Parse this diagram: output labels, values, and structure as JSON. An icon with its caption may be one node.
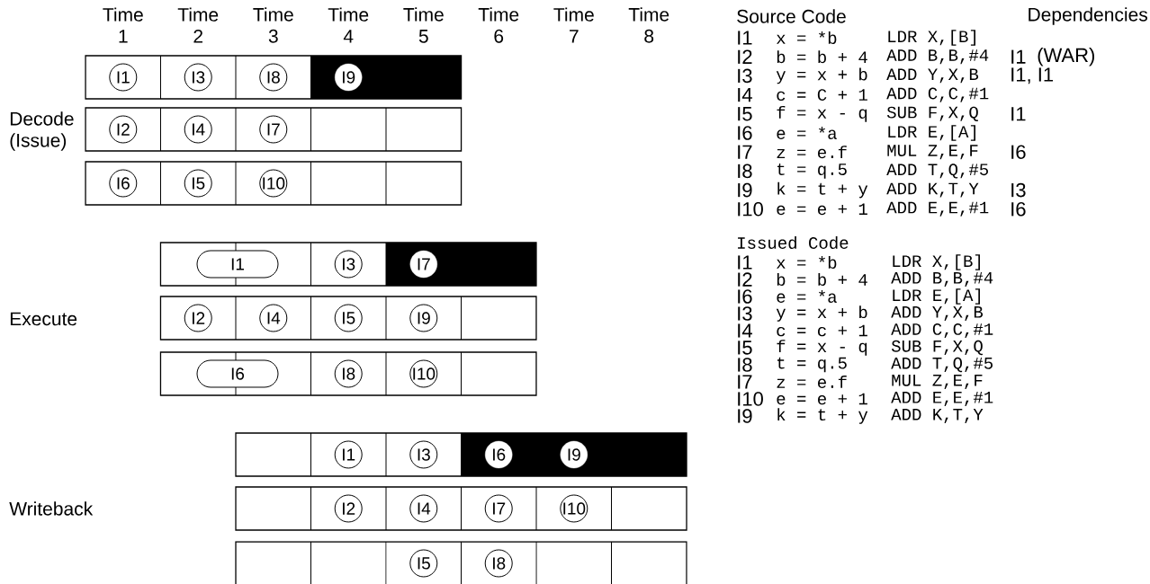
{
  "diagram": {
    "nodes": [
      {
        "text": [],
        "shape": "box"
      },
      {
        "text": [
          "I1"
        ],
        "in": 0
      },
      {
        "text": [
          "I3"
        ],
        "in": 0
      },
      {
        "text": [
          "I8"
        ],
        "in": 0
      },
      {
        "text": [
          "I9"
        ],
        "in": 0
      },
      {
        "text": [],
        "shape": "box"
      },
      {
        "text": [
          "I2"
        ],
        "in": 5
      },
      {
        "text": [
          "I4"
        ],
        "in": 5
      },
      {
        "text": [
          "I7"
        ],
        "in": 5
      },
      {
        "text": [],
        "shape": "box"
      },
      {
        "text": [
          "I6"
        ],
        "in": 9
      },
      {
        "text": [
          "I5"
        ],
        "in": 9
      },
      {
        "text": [
          "I10"
        ],
        "in": 9
      },
      {
        "text": [],
        "shape": "box"
      },
      {
        "text": [
          "I1"
        ],
        "in": 13
      },
      {
        "text": [
          "I3"
        ],
        "in": 13
      },
      {
        "text": [
          "I7"
        ],
        "in": 13
      },
      {
        "text": [],
        "shape": "box"
      },
      {
        "text": [
          "I2"
        ],
        "in": 17
      },
      {
        "text": [
          "I4"
        ],
        "in": 17
      },
      {
        "text": [
          "I5"
        ],
        "in": 17
      },
      {
        "text": [
          "I9"
        ],
        "in": 17
      },
      {
        "text": [],
        "shape": "box"
      },
      {
        "text": [
          "I6"
        ],
        "in": 22
      },
      {
        "text": [
          "I8"
        ],
        "in": 22
      },
      {
        "text": [
          "I10"
        ],
        "in": 22
      },
      {
        "text": [],
        "shape": "box"
      },
      {
        "text": [
          "I1"
        ],
        "in": 26
      },
      {
        "text": [
          "I3"
        ],
        "in": 26
      },
      {
        "text": [
          "I6"
        ],
        "in": 26
      },
      {
        "text": [
          "I9"
        ],
        "in": 26
      },
      {
        "text": [],
        "shape": "box"
      },
      {
        "text": [
          "I2"
        ],
        "in": 31
      },
      {
        "text": [
          "I4"
        ],
        "in": 31
      },
      {
        "text": [
          "I7"
        ],
        "in": 31
      },
      {
        "text": [
          "I10"
        ],
        "in": 31
      },
      {
        "text": [],
        "shape": "box"
      },
      {
        "text": [
          "I5"
        ],
        "in": 36
      },
      {
        "text": [
          "I8"
        ],
        "in": 36
      }
    ],
    "labels": [
      "Time 1",
      "Time 2",
      "Time 3",
      "Time 4",
      "Time 5",
      "Time 6",
      "Time 7",
      "Time 8",
      "Decode (Issue)",
      "Execute",
      "Writeback",
      "Source Code",
      "Dependencies",
      "I1",
      "x = *b",
      "LDR X,[B]",
      "I2",
      "b = b + 4",
      "ADD B,B,#4",
      "I1",
      "(WAR)",
      "I3",
      "y = x + b",
      "ADD Y,X,B",
      "I1, I1",
      "I4",
      "c = C + 1",
      "ADD C,C,#1",
      "I5",
      "f = x - q",
      "SUB F,X,Q",
      "I1",
      "I6",
      "e = *a",
      "LDR E,[A]",
      "I7",
      "z = e.f",
      "MUL Z,E,F",
      "I6",
      "I8",
      "t = q.5",
      "ADD T,Q,#5",
      "I9",
      "k = t + y",
      "ADD K,T,Y",
      "I3",
      "I10",
      "e = e + 1",
      "ADD E,E,#1",
      "I6",
      "Issued Code",
      "I1",
      "x = *b",
      "LDR X,[B]",
      "I2",
      "b = b + 4",
      "ADD B,B,#4",
      "I6",
      "e = *a",
      "LDR E,[A]",
      "I3",
      "y = x + b",
      "ADD Y,X,B",
      "I4",
      "c = c + 1",
      "ADD C,C,#1",
      "I5",
      "f = x - q",
      "SUB F,X,Q",
      "I8",
      "t = q.5",
      "ADD T,Q,#5",
      "I7",
      "z = e.f",
      "MUL Z,E,F",
      "I10",
      "e = e + 1",
      "ADD E,E,#1",
      "I9",
      "k = t + y",
      "ADD K,T,Y"
    ]
  }
}
